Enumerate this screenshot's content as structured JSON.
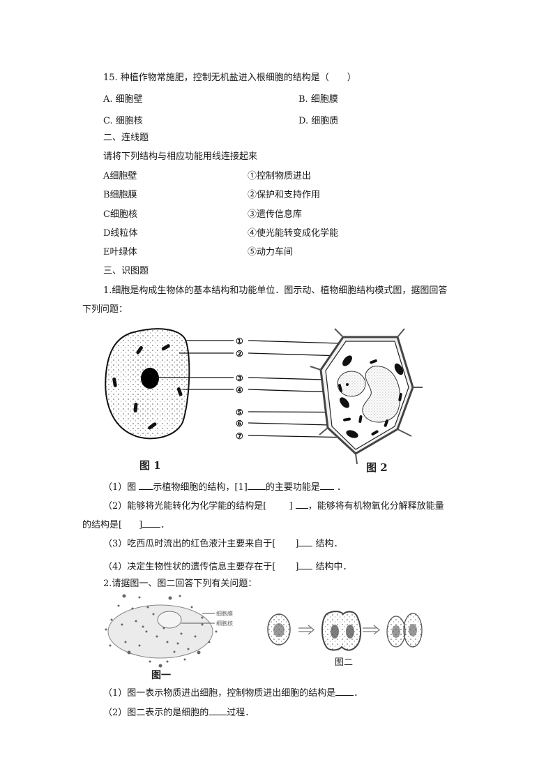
{
  "q15": {
    "stem": "15. 种植作物常施肥，控制无机盐进入根细胞的结构是（　　）",
    "options": [
      {
        "key": "A",
        "label": "A. 细胞壁"
      },
      {
        "key": "B",
        "label": "B. 细胞膜"
      },
      {
        "key": "C",
        "label": "C. 细胞核"
      },
      {
        "key": "D",
        "label": "D. 细胞质"
      }
    ]
  },
  "section2": {
    "heading": "二、连线题",
    "instruction": "请将下列结构与相应功能用线连接起来",
    "structures": [
      "A细胞壁",
      "B细胞膜",
      "C细胞核",
      "D线粒体",
      "E叶绿体"
    ],
    "functions": [
      "①控制物质进出",
      "②保护和支持作用",
      "③遗传信息库",
      "④使光能转变成化学能",
      "⑤动力车间"
    ]
  },
  "section3": {
    "heading": "三、识图题",
    "q1": {
      "stem_line1": "1.细胞是构成生物体的基本结构和功能单位．图示动、植物细胞结构模式图，据图回答",
      "stem_line2": "下列问题：",
      "figure": {
        "fig1_caption": "图 1",
        "fig2_caption": "图 2",
        "labels": [
          "①",
          "②",
          "③",
          "④",
          "⑤",
          "⑥",
          "⑦"
        ]
      },
      "sub1": {
        "a": "（1）图 ",
        "b": "示植物细胞的结构，[1]",
        "c": "的主要功能是",
        "d": " ．"
      },
      "sub2": {
        "a": "（2）能够将光能转化为化学能的结构是[",
        "b": "]",
        "c": "，能够将有机物氧化分解释放能量",
        "line2a": "的结构是[",
        "line2b": "]",
        "line2c": "．"
      },
      "sub3": {
        "a": "（3）吃西瓜时流出的红色液汁主要来自于[",
        "b": "]",
        "c": " 结构．"
      },
      "sub4": {
        "a": "（4）决定生物性状的遗传信息主要存在于[",
        "b": "]",
        "c": " 结构中．"
      }
    },
    "q2": {
      "stem": "2.请据图一、图二回答下列有关问题：",
      "figure1": {
        "caption": "图一",
        "label_membrane": "细胞膜",
        "label_nucleus": "细胞核"
      },
      "figure2": {
        "caption": "图二"
      },
      "sub1": {
        "a": "（1）图一表示物质进出细胞，控制物质进出细胞的结构是",
        "b": "．"
      },
      "sub2": {
        "a": "（2）图二表示的是细胞的",
        "b": "过程．"
      }
    }
  }
}
